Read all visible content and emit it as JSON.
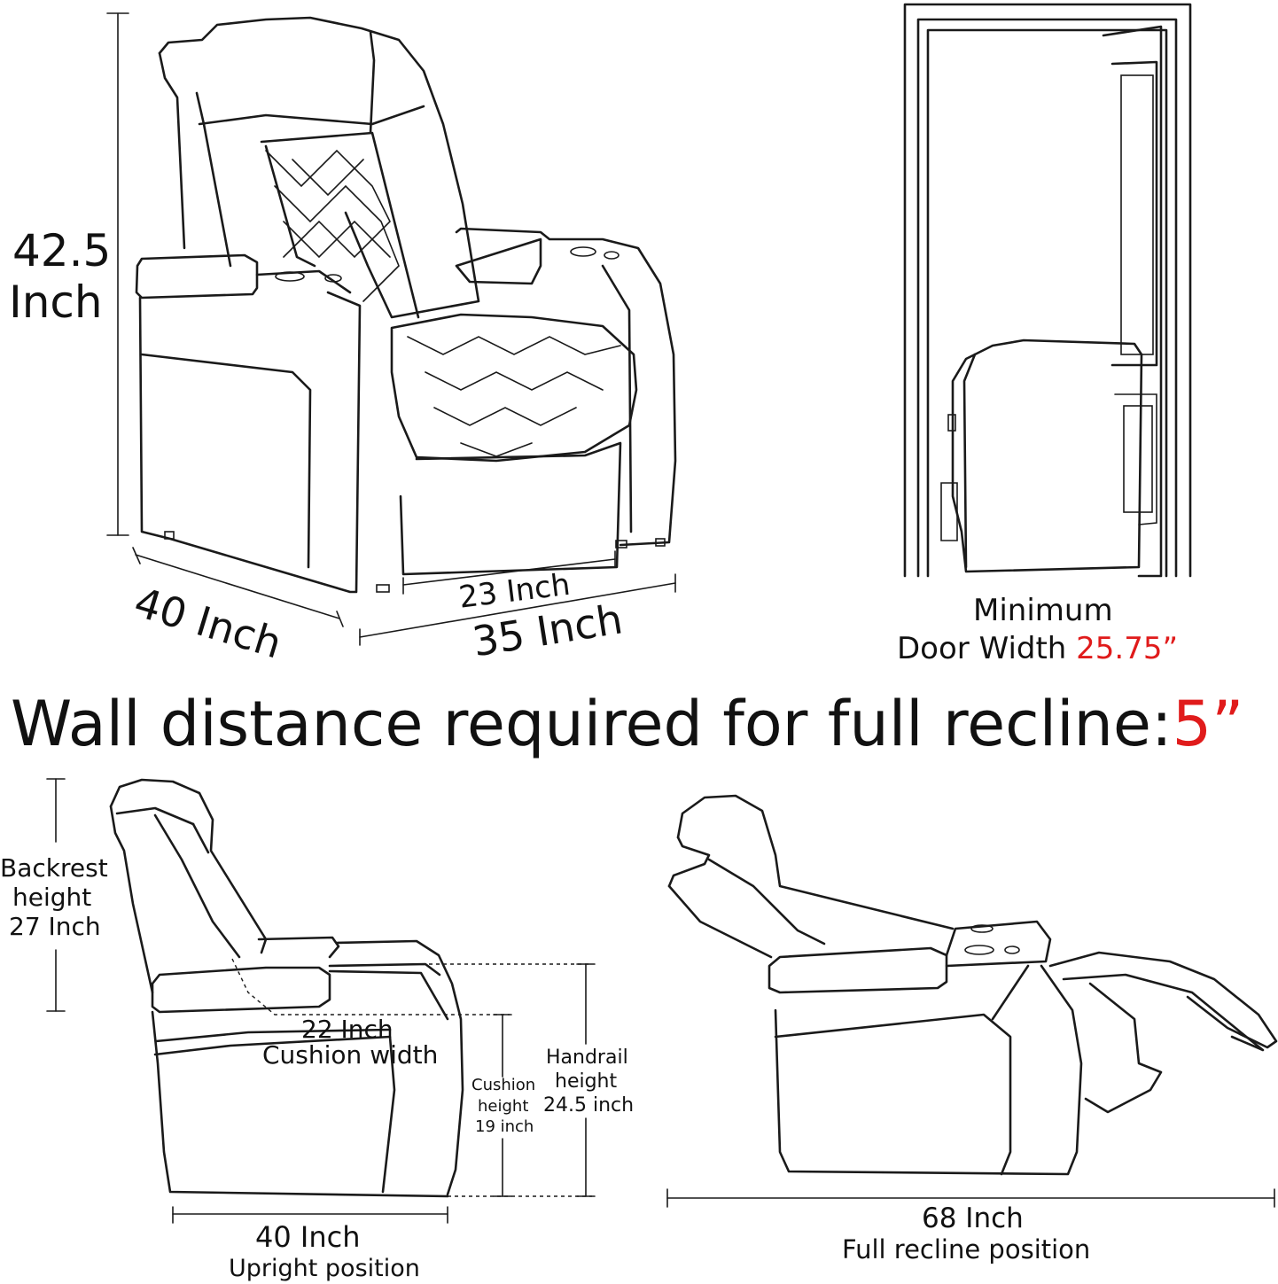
{
  "top_chair": {
    "height_value": "42.5",
    "height_unit": "Inch",
    "depth": "40 Inch",
    "seat_width": "23 Inch",
    "overall_width": "35 Inch"
  },
  "door": {
    "line1": "Minimum",
    "line2_prefix": "Door Width",
    "width_value": "25.75”"
  },
  "headline": {
    "text": "Wall distance required for full recline:",
    "value": "5”"
  },
  "side_chair": {
    "backrest": [
      "Backrest",
      "height",
      "27 Inch"
    ],
    "cushion_width": [
      "22 Inch",
      "Cushion width"
    ],
    "cushion_height": [
      "Cushion",
      "height",
      "19 inch"
    ],
    "handrail": [
      "Handrail",
      "height",
      "24.5 inch"
    ],
    "depth_value": "40 Inch",
    "depth_caption": "Upright position"
  },
  "recline_chair": {
    "length_value": "68 Inch",
    "length_caption": "Full recline position"
  },
  "colors": {
    "accent": "#e01b1b",
    "line": "#1a1a1a"
  }
}
